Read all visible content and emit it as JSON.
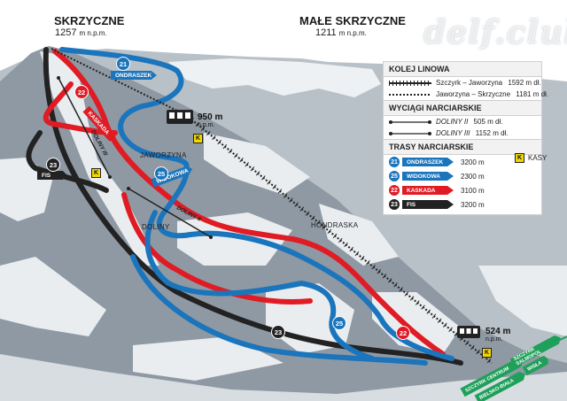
{
  "watermark": "delf.club",
  "peaks": {
    "skrzyczne": {
      "name": "SKRZYCZNE",
      "elevation": "1257",
      "unit": "m n.p.m."
    },
    "male_skrzyczne": {
      "name": "MAŁE SKRZYCZNE",
      "elevation": "1211",
      "unit": "m n.p.m."
    }
  },
  "stations": {
    "jaworzyna": {
      "elevation": "950 m",
      "unit": "n.p.m."
    },
    "bottom": {
      "elevation": "524 m",
      "unit": "n.p.m."
    }
  },
  "legend": {
    "cable_header": "KOLEJ LINOWA",
    "cable_lines": [
      {
        "label": "Szczyrk – Jaworzyna",
        "length": "1592 m dł."
      },
      {
        "label": "Jaworzyna – Skrzyczne",
        "length": "1181 m dł."
      }
    ],
    "lifts_header": "WYCIĄGI NARCIARSKIE",
    "lifts": [
      {
        "label": "DOLINY II",
        "length": "505 m dł."
      },
      {
        "label": "DOLINY III",
        "length": "1152 m dł."
      }
    ],
    "trails_header": "TRASY NARCIARSKIE",
    "trails": [
      {
        "num": "21",
        "name": "ONDRASZEK",
        "length": "3200 m",
        "color": "#1b75bc"
      },
      {
        "num": "25",
        "name": "WIDOKOWA",
        "length": "2300 m",
        "color": "#1b75bc"
      },
      {
        "num": "22",
        "name": "KASKADA",
        "length": "3100 m",
        "color": "#e01b24"
      },
      {
        "num": "23",
        "name": "FIS",
        "length": "3200 m",
        "color": "#222222"
      }
    ],
    "kasy_badge": "K",
    "kasy_label": "KASY"
  },
  "map_labels": {
    "jaworzyna": "JAWORZYNA",
    "doliny": "DOLINY",
    "hondraska": "HONDRASKA",
    "lift_doliny_ii": "DOLINY II",
    "lift_doliny_iii": "DOLINY III"
  },
  "trail_tags": {
    "ondraszek": "ONDRASZEK",
    "kaskada": "KASKADA",
    "widokowa": "WIDOKOWA",
    "fis": "FIS"
  },
  "trail_circles": {
    "c21": "21",
    "c22_top": "22",
    "c25_mid": "25",
    "c23_left": "23",
    "c23_bottom": "23",
    "c25_bottom": "25",
    "c22_bottom": "22"
  },
  "k_badges": {
    "k1": "K",
    "k2": "K",
    "k3": "K"
  },
  "roads": {
    "r1": "SZCZYRK CENTRUM",
    "r2": "BIELSKO-BIAŁA",
    "r3": "SZCZYRK SALMOPOL",
    "r4": "WISŁA"
  },
  "colors": {
    "sky": "#ffffff",
    "mountain": "#9aa4ad",
    "snow": "#f2f4f6",
    "blue": "#1b75bc",
    "red": "#e01b24",
    "black": "#222222",
    "road": "#1fa05a",
    "badge": "#f2d800"
  }
}
